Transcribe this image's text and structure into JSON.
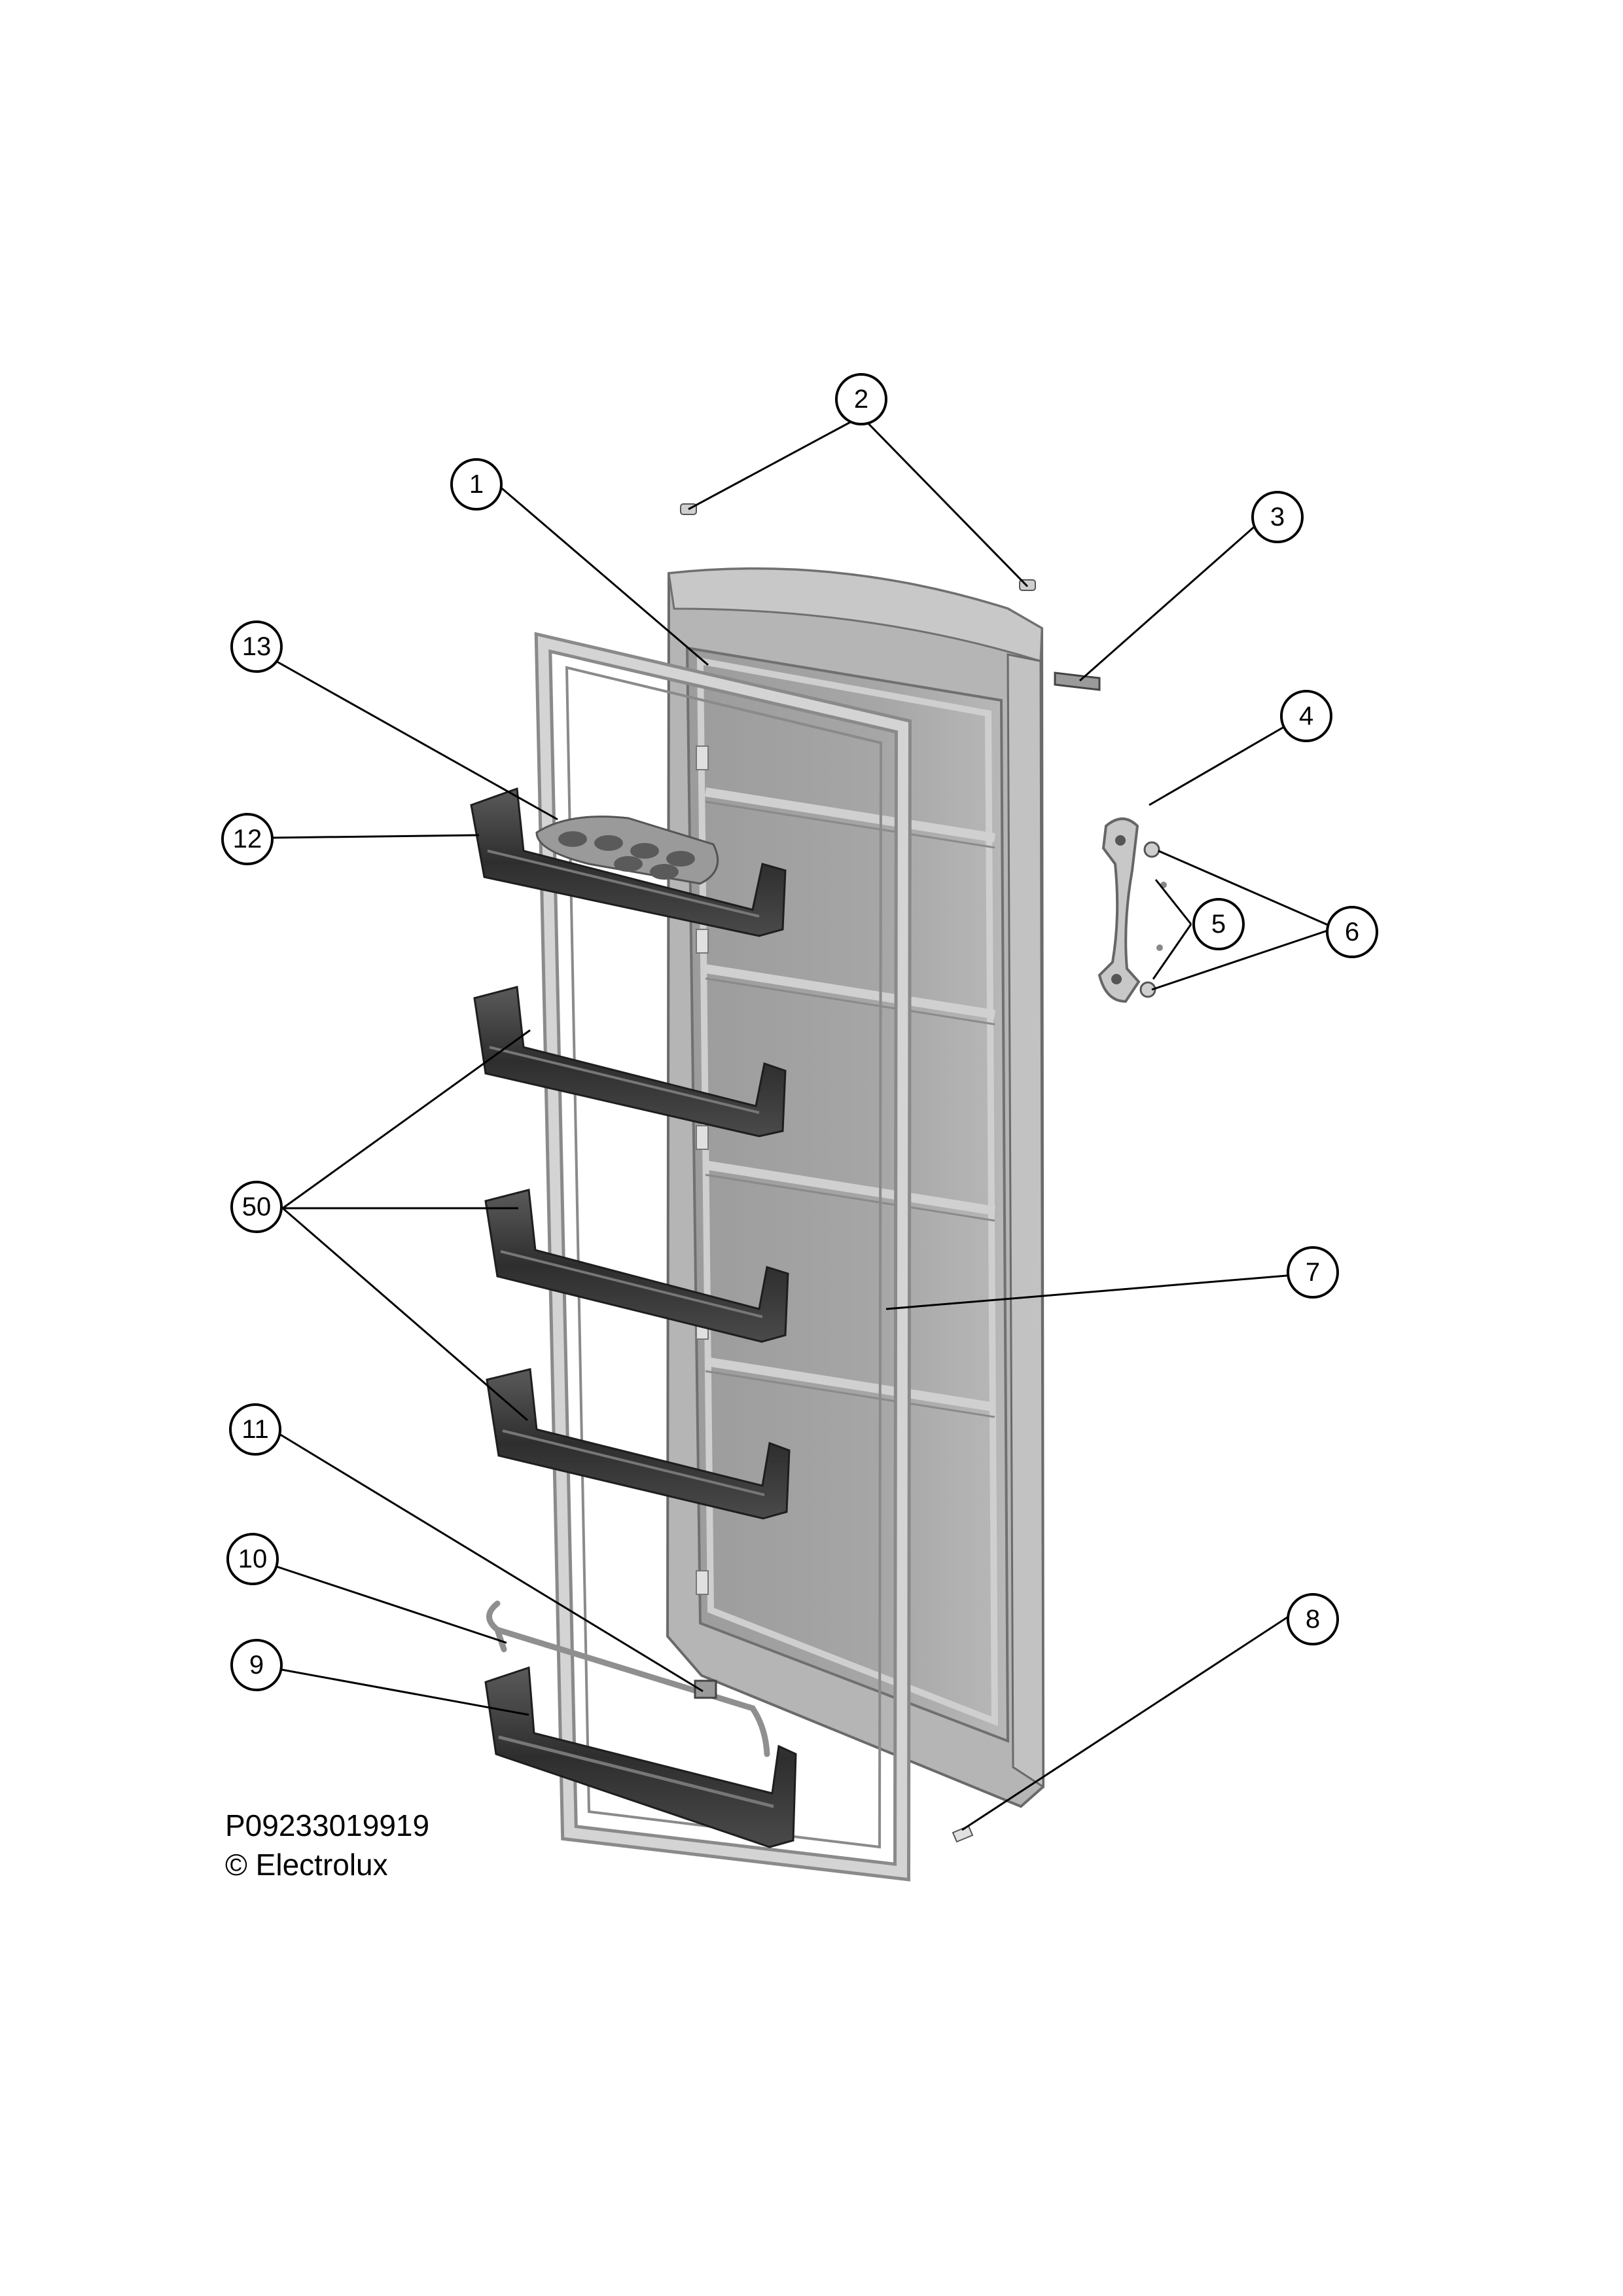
{
  "callouts": {
    "c1": "1",
    "c2": "2",
    "c3": "3",
    "c4": "4",
    "c5": "5",
    "c6": "6",
    "c7": "7",
    "c8": "8",
    "c9": "9",
    "c10": "10",
    "c11": "11",
    "c12": "12",
    "c13": "13",
    "c50": "50"
  },
  "caption": {
    "code": "P09233019919",
    "copyright": "© Electrolux"
  },
  "colors": {
    "door_panel": "#a9a9a9",
    "door_inner": "#9a9a9a",
    "gasket": "#c8c8c8",
    "shelf": "#3e3e3e",
    "shelf_light": "#6a6a6a"
  }
}
